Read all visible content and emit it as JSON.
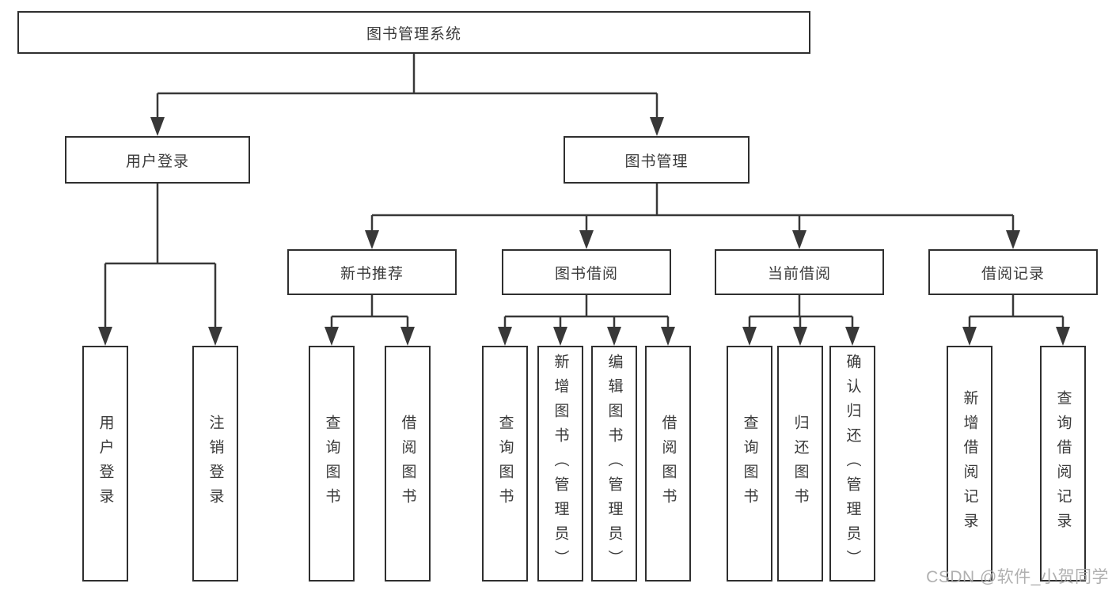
{
  "tree": {
    "label": "图书管理系统",
    "children": [
      {
        "label": "用户登录",
        "children": [
          {
            "label": "用户登录"
          },
          {
            "label": "注销登录"
          }
        ]
      },
      {
        "label": "图书管理",
        "children": [
          {
            "label": "新书推荐",
            "children": [
              {
                "label": "查询图书"
              },
              {
                "label": "借阅图书"
              }
            ]
          },
          {
            "label": "图书借阅",
            "children": [
              {
                "label": "查询图书"
              },
              {
                "label": "新增图书（管理员）"
              },
              {
                "label": "编辑图书（管理员）"
              },
              {
                "label": "借阅图书"
              }
            ]
          },
          {
            "label": "当前借阅",
            "children": [
              {
                "label": "查询图书"
              },
              {
                "label": "归还图书"
              },
              {
                "label": "确认归还（管理员）"
              }
            ]
          },
          {
            "label": "借阅记录",
            "children": [
              {
                "label": "新增借阅记录"
              },
              {
                "label": "查询借阅记录"
              }
            ]
          }
        ]
      }
    ]
  },
  "watermark": {
    "text": "CSDN @软件_小贺同学"
  },
  "colors": {
    "line": "#383838",
    "box-border": "#2f2f2f",
    "text": "#3a3a3a",
    "background": "#ffffff",
    "watermark": "#a8a8a8"
  }
}
